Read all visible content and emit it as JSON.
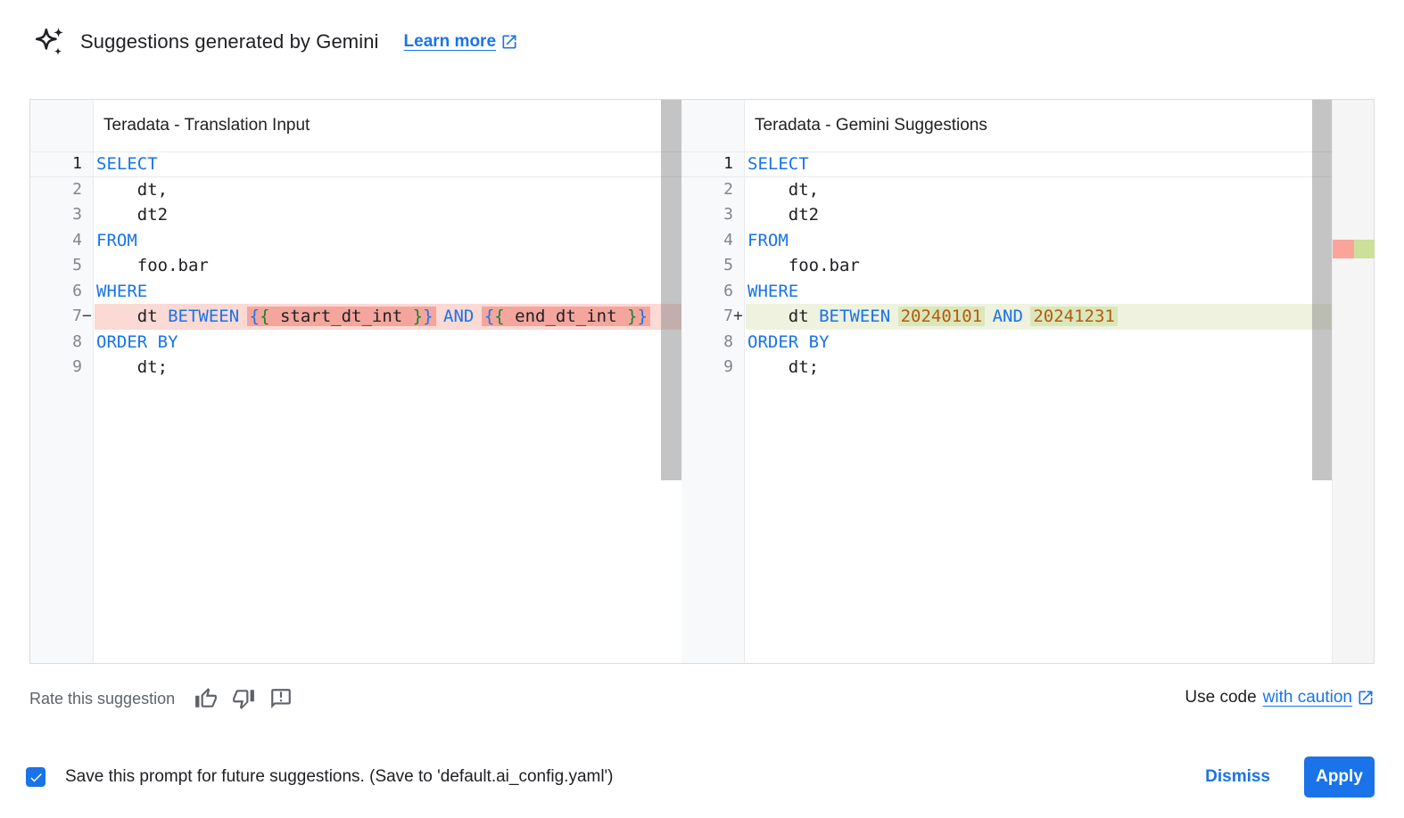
{
  "colors": {
    "accent": "#1a73e8",
    "kw": "#1a73e8",
    "num": "#b05c10",
    "green": "#188038",
    "removed-row": "#fbd9d5",
    "removed-chunk": "#f4a69d",
    "added-row": "#eef2df",
    "added-chunk": "#dbe7bb",
    "ruler-removed": "#fba49c",
    "ruler-added": "#cbe099"
  },
  "header": {
    "title": "Suggestions generated by Gemini",
    "learn_more_label": "Learn more"
  },
  "editors": [
    {
      "title": "Teradata - Translation Input",
      "diff": "removed",
      "lines": [
        {
          "num": "1",
          "active": true,
          "tokens": [
            {
              "t": "SELECT",
              "c": "kw"
            }
          ]
        },
        {
          "num": "2",
          "tokens": [
            {
              "t": "    dt,",
              "c": "pl"
            }
          ]
        },
        {
          "num": "3",
          "tokens": [
            {
              "t": "    dt2",
              "c": "pl"
            }
          ]
        },
        {
          "num": "4",
          "tokens": [
            {
              "t": "FROM",
              "c": "kw"
            }
          ]
        },
        {
          "num": "5",
          "tokens": [
            {
              "t": "    foo.bar",
              "c": "pl"
            }
          ]
        },
        {
          "num": "6",
          "tokens": [
            {
              "t": "WHERE",
              "c": "kw"
            }
          ]
        },
        {
          "num": "7",
          "marker": "−",
          "highlight": true,
          "tokens": [
            {
              "t": "    dt ",
              "c": "pl"
            },
            {
              "t": "BETWEEN",
              "c": "kw"
            },
            {
              "t": " ",
              "c": "pl"
            },
            {
              "t": "{",
              "c": "b1",
              "k": true
            },
            {
              "t": "{",
              "c": "b2",
              "k": true
            },
            {
              "t": " start_dt_int ",
              "c": "pl",
              "k": true
            },
            {
              "t": "}",
              "c": "b2",
              "k": true
            },
            {
              "t": "}",
              "c": "b1",
              "k": true
            },
            {
              "t": " ",
              "c": "pl"
            },
            {
              "t": "AND",
              "c": "kw"
            },
            {
              "t": " ",
              "c": "pl"
            },
            {
              "t": "{",
              "c": "b1",
              "k": true
            },
            {
              "t": "{",
              "c": "b2",
              "k": true
            },
            {
              "t": " end_dt_int ",
              "c": "pl",
              "k": true
            },
            {
              "t": "}",
              "c": "b2",
              "k": true
            },
            {
              "t": "}",
              "c": "b1",
              "k": true
            }
          ]
        },
        {
          "num": "8",
          "tokens": [
            {
              "t": "ORDER BY",
              "c": "kw"
            }
          ]
        },
        {
          "num": "9",
          "tokens": [
            {
              "t": "    dt;",
              "c": "pl"
            }
          ]
        }
      ]
    },
    {
      "title": "Teradata - Gemini Suggestions",
      "diff": "added",
      "lines": [
        {
          "num": "1",
          "active": true,
          "tokens": [
            {
              "t": "SELECT",
              "c": "kw"
            }
          ]
        },
        {
          "num": "2",
          "tokens": [
            {
              "t": "    dt,",
              "c": "pl"
            }
          ]
        },
        {
          "num": "3",
          "tokens": [
            {
              "t": "    dt2",
              "c": "pl"
            }
          ]
        },
        {
          "num": "4",
          "tokens": [
            {
              "t": "FROM",
              "c": "kw"
            }
          ]
        },
        {
          "num": "5",
          "tokens": [
            {
              "t": "    foo.bar",
              "c": "pl"
            }
          ]
        },
        {
          "num": "6",
          "tokens": [
            {
              "t": "WHERE",
              "c": "kw"
            }
          ]
        },
        {
          "num": "7",
          "marker": "+",
          "highlight": true,
          "tokens": [
            {
              "t": "    dt ",
              "c": "pl"
            },
            {
              "t": "BETWEEN",
              "c": "kw"
            },
            {
              "t": " ",
              "c": "pl"
            },
            {
              "t": "20240101",
              "c": "num",
              "k": true
            },
            {
              "t": " ",
              "c": "pl"
            },
            {
              "t": "AND",
              "c": "kw"
            },
            {
              "t": " ",
              "c": "pl"
            },
            {
              "t": "20241231",
              "c": "num",
              "k": true
            }
          ]
        },
        {
          "num": "8",
          "tokens": [
            {
              "t": "ORDER BY",
              "c": "kw"
            }
          ]
        },
        {
          "num": "9",
          "tokens": [
            {
              "t": "    dt;",
              "c": "pl"
            }
          ]
        }
      ]
    }
  ],
  "rate": {
    "label": "Rate this suggestion"
  },
  "use_code": {
    "prefix": "Use code",
    "link": "with caution"
  },
  "save_bar": {
    "label": "Save this prompt for future suggestions. (Save to 'default.ai_config.yaml')",
    "checked": true,
    "dismiss_label": "Dismiss",
    "apply_label": "Apply"
  }
}
